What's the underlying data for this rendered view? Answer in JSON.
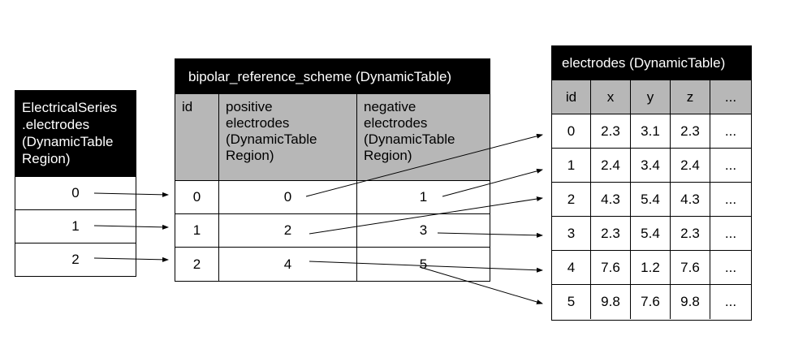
{
  "es": {
    "title": "ElectricalSeries\n.electrodes\n(DynamicTable\nRegion)",
    "rows": [
      "0",
      "1",
      "2"
    ]
  },
  "bipolar": {
    "title": "bipolar_reference_scheme (DynamicTable)",
    "col_id": "id",
    "col_pos": "positive\nelectrodes\n(DynamicTable\nRegion)",
    "col_neg": "negative\nelectrodes\n(DynamicTable\nRegion)",
    "rows": [
      {
        "id": "0",
        "pos": "0",
        "neg": "1"
      },
      {
        "id": "1",
        "pos": "2",
        "neg": "3"
      },
      {
        "id": "2",
        "pos": "4",
        "neg": "5"
      }
    ]
  },
  "electrodes": {
    "title": "electrodes (DynamicTable)",
    "headers": [
      "id",
      "x",
      "y",
      "z",
      "..."
    ],
    "rows": [
      [
        "0",
        "2.3",
        "3.1",
        "2.3",
        "..."
      ],
      [
        "1",
        "2.4",
        "3.4",
        "2.4",
        "..."
      ],
      [
        "2",
        "4.3",
        "5.4",
        "4.3",
        "..."
      ],
      [
        "3",
        "2.3",
        "5.4",
        "2.3",
        "..."
      ],
      [
        "4",
        "7.6",
        "1.2",
        "7.6",
        "..."
      ],
      [
        "5",
        "9.8",
        "7.6",
        "9.8",
        "..."
      ]
    ]
  }
}
